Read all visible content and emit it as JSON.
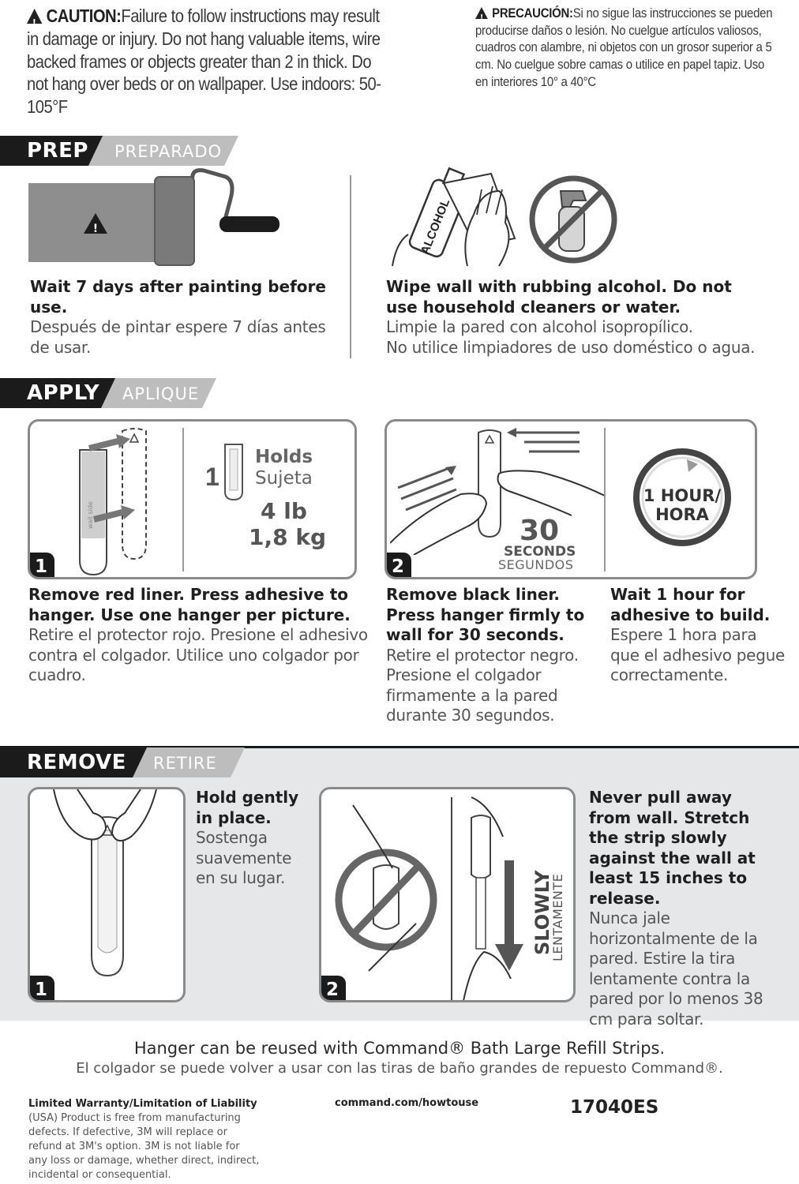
{
  "caution": {
    "en_label": "CAUTION:",
    "en_text": "Failure to follow instructions may result in damage or injury. Do not hang valuable items, wire backed frames or objects greater than 2 in thick. Do not hang over beds or on wallpaper. Use indoors: 50-105°F",
    "es_label": "PRECAUCIÓN:",
    "es_text": "Si no sigue las instrucciones se pueden producirse daños o lesión. No cuelgue artículos valiosos, cuadros con alambre, ni objetos con un grosor superior a 5 cm. No cuelgue sobre camas o utilice en papel tapiz. Uso en interiores 10° a 40°C"
  },
  "prep": {
    "title": "PREP",
    "subtitle": "PREPARADO",
    "step1_en": "Wait 7 days after painting before use.",
    "step1_es": "Después de pintar espere 7 días antes de usar.",
    "step2_en": "Wipe wall with rubbing alcohol. Do not use household cleaners or water.",
    "step2_es_1": "Limpie la pared con alcohol isopropílico.",
    "step2_es_2": "No utilice limpiadores de uso doméstico o agua.",
    "bottle_label": "ALCOHOL"
  },
  "apply": {
    "title": "APPLY",
    "subtitle": "APLIQUE",
    "step1_num": "1",
    "holds_count": "1",
    "holds_en": "Holds",
    "holds_es": "Sujeta",
    "weight_lb": "4 lb",
    "weight_kg": "1,8 kg",
    "liner_text": "wall side",
    "step1_en": "Remove red liner. Press adhesive to hanger. Use one hanger per picture.",
    "step1_es": "Retire el protector rojo. Presione el adhesivo contra el colgador. Utilice uno colgador por cuadro.",
    "step2_num": "2",
    "seconds_value": "30",
    "seconds_en": "SECONDS",
    "seconds_es": "SEGUNDOS",
    "hour_line1": "1 HOUR/",
    "hour_line2": "HORA",
    "step2_en": "Remove black liner. Press hanger firmly to wall for 30 seconds.",
    "step2_es": "Retire el protector negro. Presione el colgador firmamente a la pared durante 30 segundos.",
    "step3_en": "Wait 1 hour for adhesive to build.",
    "step3_es": "Espere 1 hora para que el adhesivo pegue correctamente."
  },
  "remove": {
    "title": "REMOVE",
    "subtitle": "RETIRE",
    "step1_num": "1",
    "step1_en": "Hold gently in place.",
    "step1_es": "Sostenga suavemente en su lugar.",
    "step2_num": "2",
    "slowly_en": "SLOWLY",
    "slowly_es": "LENTAMENTE",
    "step2_en": "Never pull away from wall. Stretch the strip slowly against the wall at least 15 inches to release.",
    "step2_es": "Nunca jale horizontalmente de la pared. Estire la tira lentamente contra la pared por lo menos 38 cm para soltar."
  },
  "footer": {
    "reuse_en": "Hanger can be reused with Command® Bath Large Refill Strips.",
    "reuse_es": "El colgador se puede volver a usar con las tiras de baño grandes de repuesto Command®.",
    "warranty_title": "Limited Warranty/Limitation of Liability",
    "warranty_text": "(USA) Product is free from manufacturing defects. If defective, 3M will replace or refund at 3M's option. 3M is not liable for any loss or damage, whether direct, indirect, incidental or consequential.",
    "url": "command.com/howtouse",
    "code": "17040ES"
  }
}
